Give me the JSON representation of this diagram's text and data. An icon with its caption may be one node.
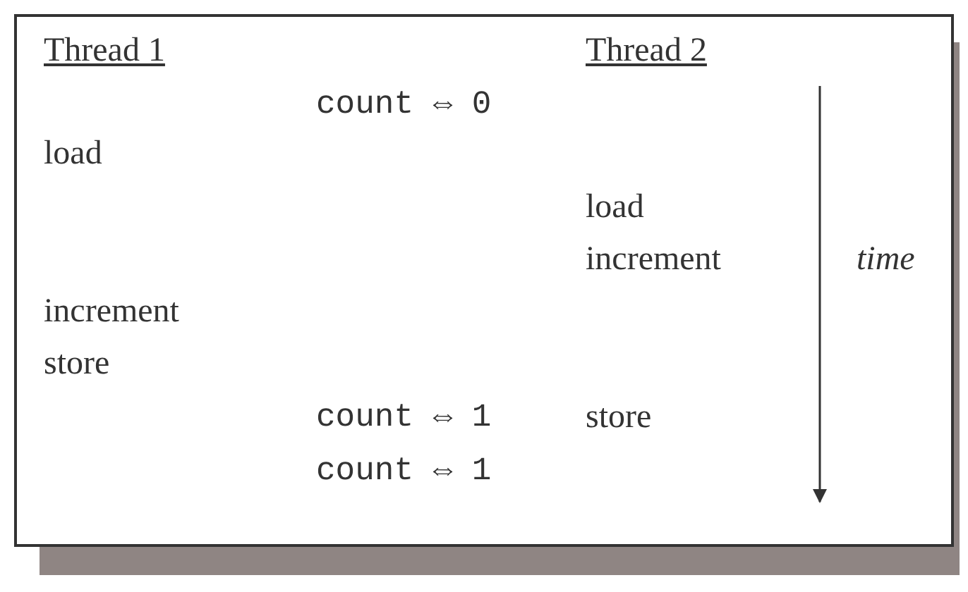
{
  "diagram": {
    "labels": [
      "Thread 1",
      "Thread 2",
      "count ⇔ 0",
      "load",
      "load",
      "increment",
      "time",
      "increment",
      "store",
      "count ⇔ 1",
      "store",
      "count ⇔ 1"
    ]
  }
}
